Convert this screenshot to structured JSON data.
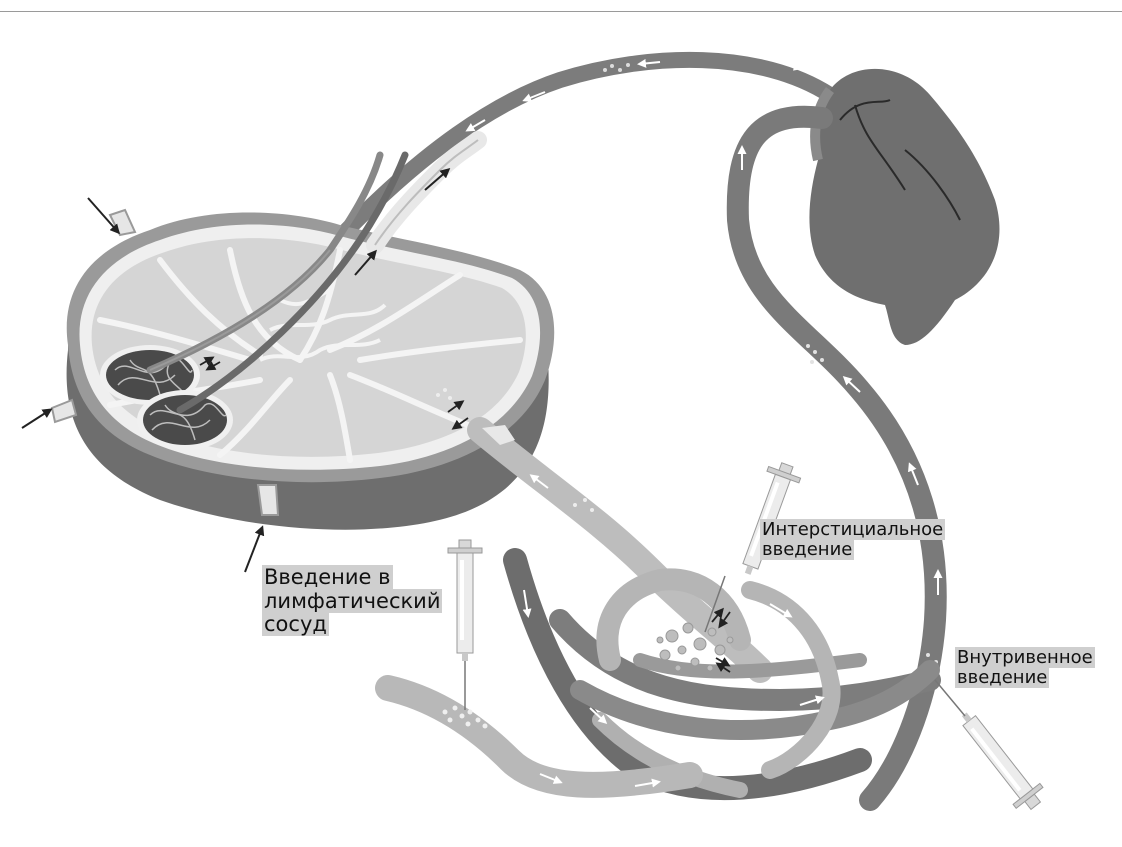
{
  "labels": {
    "lymphatic": [
      "Введение в",
      "лимфатический",
      "сосуд"
    ],
    "interstitial": [
      "Интерстициальное",
      "введение"
    ],
    "intravenous": [
      "Внутривенное",
      "введение"
    ]
  },
  "colors": {
    "node_outer": "#8e8e8e",
    "node_inner": "#d4d4d4",
    "node_rim": "#f1f1f1",
    "node_shadow": "#6e6e6e",
    "vein_dark": "#666666",
    "vessel_mid": "#8a8a8a",
    "vessel_light": "#b8b8b8",
    "heart": "#6f6f6f",
    "label_bg": "#cfcfcf"
  }
}
